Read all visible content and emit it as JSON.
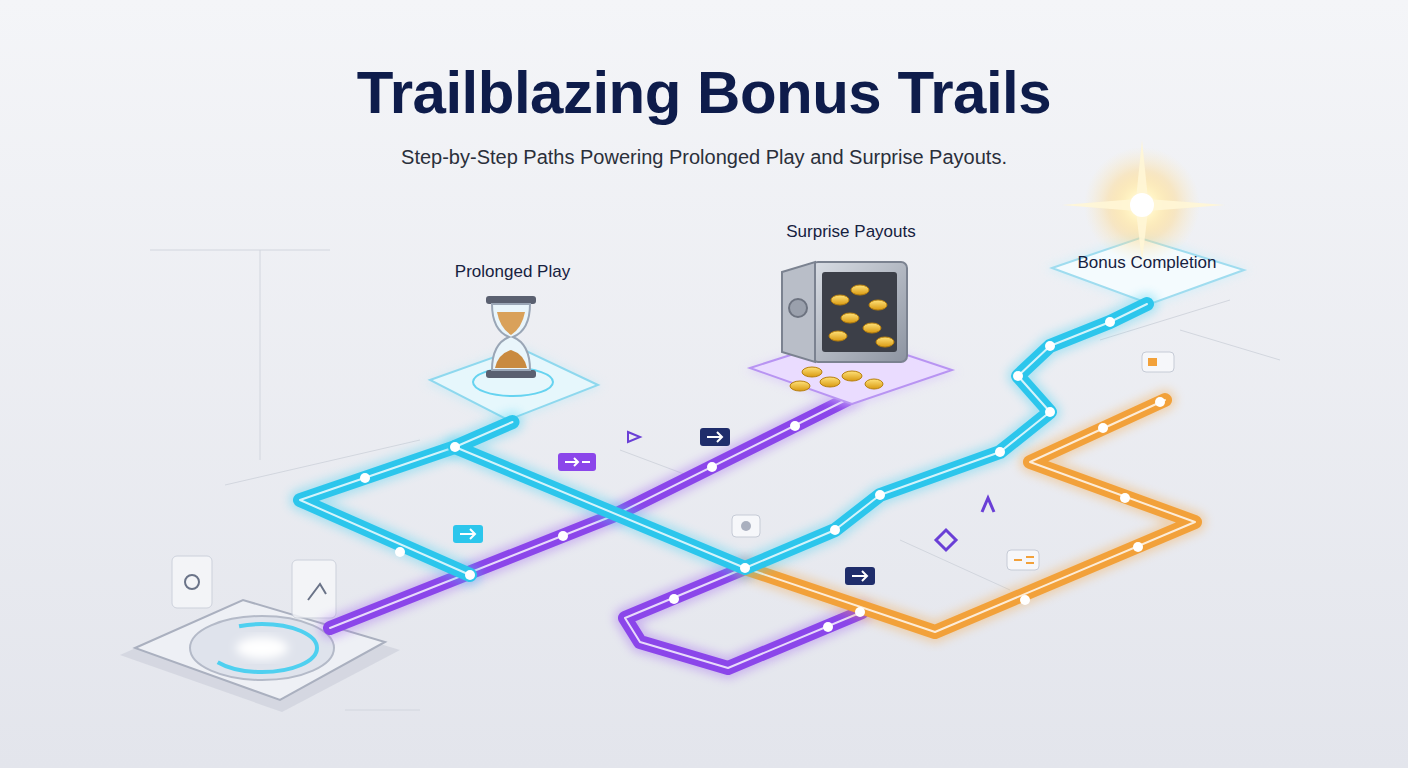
{
  "diagram": {
    "title": "Trailblazing Bonus Trails",
    "nodes": [
      {
        "text": [
          "Prolonged Play"
        ]
      },
      {
        "text": [
          "Surprise Payouts"
        ]
      },
      {
        "text": [
          "Bonus Completion"
        ]
      }
    ],
    "edges": [
      {
        "from": 0,
        "to": 2,
        "arrow": "none"
      }
    ],
    "labels": [
      "Step-by-Step Paths Powering Prolonged Play and Surprise Payouts."
    ]
  }
}
